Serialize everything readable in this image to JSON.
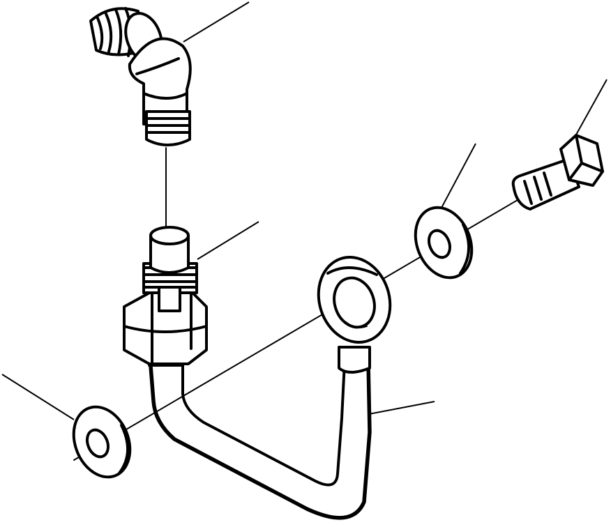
{
  "diagram": {
    "parts": [
      {
        "id": "elbow",
        "icon": "elbow-fitting-icon"
      },
      {
        "id": "connector",
        "icon": "connector-nut-icon"
      },
      {
        "id": "tube",
        "icon": "bent-tube-icon"
      },
      {
        "id": "washer-lower",
        "icon": "washer-icon"
      },
      {
        "id": "washer-upper",
        "icon": "washer-icon"
      },
      {
        "id": "bolt",
        "icon": "banjo-bolt-icon"
      }
    ],
    "leaders": 6,
    "colors": {
      "ink": "#000000",
      "paper": "#ffffff"
    }
  }
}
